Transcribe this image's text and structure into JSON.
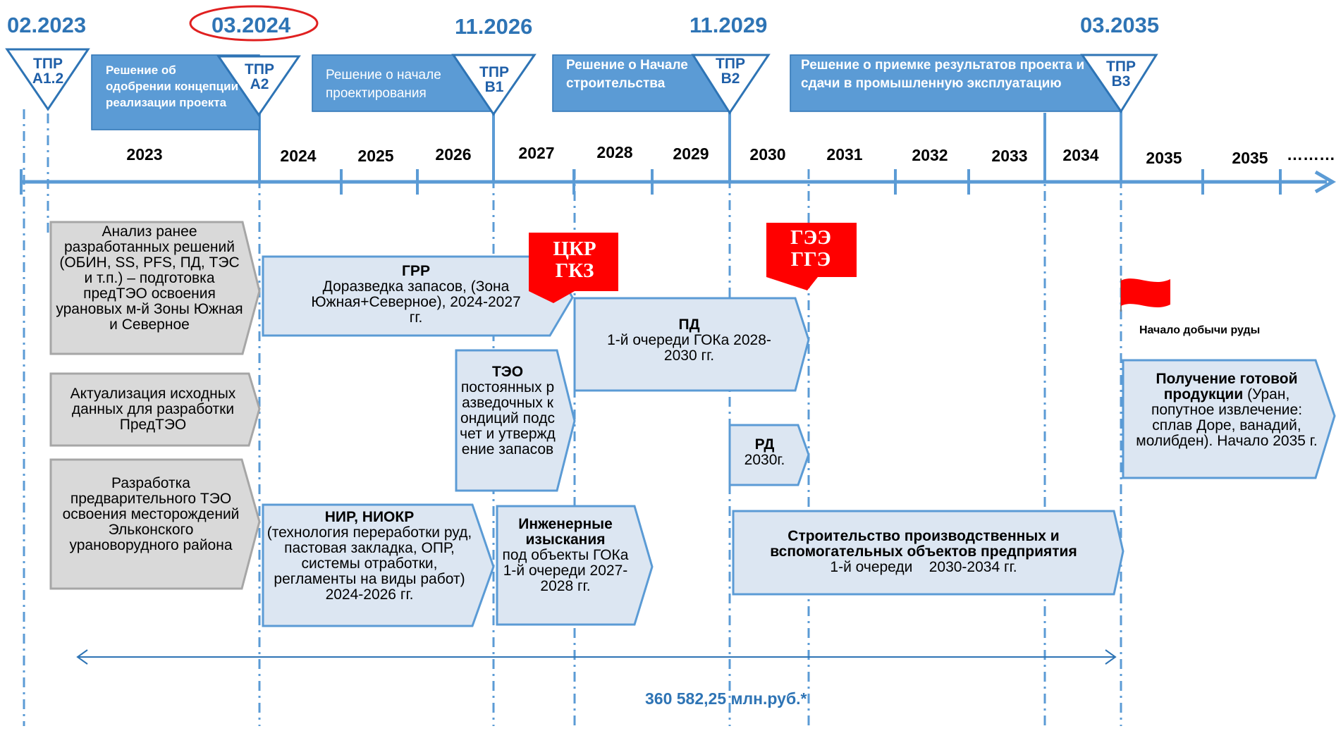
{
  "dates": [
    "02.2023",
    "03.2024",
    "11.2026",
    "11.2029",
    "03.2035"
  ],
  "gates": [
    "ТПР А1.2",
    "ТПР А2",
    "ТПР В1",
    "ТПР В2",
    "ТПР В3"
  ],
  "banners": [
    "Решение об одобрении концепции реализации проекта",
    "Решение о начале проектирования",
    "Решение о Начале строительства",
    "Решение о приемке результатов проекта и сдачи в промышленную эксплуатацию"
  ],
  "years": [
    "2023",
    "2024",
    "2025",
    "2026",
    "2027",
    "2028",
    "2029",
    "2030",
    "2031",
    "2032",
    "2033",
    "2034",
    "2035",
    "2035"
  ],
  "years_more": "………",
  "left_boxes": [
    "Анализ ранее разработанных решений (ОБИН, SS, PFS, ПД, ТЭС и т.п.) – подготовка предТЭО освоения урановых м-й Зоны Южная и Северное",
    "Актуализация исходных данных для разработки ПредТЭО",
    "Разработка предварительного ТЭО освоения месторождений Эльконского урановорудного района"
  ],
  "grr": {
    "title": "ГРР",
    "text": "Доразведка запасов, (Зона Южная+Северное), 2024-2027 гг."
  },
  "teo": {
    "title": "ТЭО",
    "text": "постоянных разведочных кондиций подсчет и утверждение запасов"
  },
  "pd": {
    "title": "ПД",
    "text": "1-й очереди ГОКа 2028-2030 гг."
  },
  "rd": {
    "title": "РД",
    "text": "2030г."
  },
  "nir": {
    "title": "НИР, НИОКР",
    "text": "(технология переработки руд, пастовая закладка, ОПР, системы отработки, регламенты на виды работ) 2024-2026 гг."
  },
  "ii": {
    "title": "Инженерные изыскания",
    "text": "под объекты ГОКа 1-й очереди 2027-2028 гг."
  },
  "construction": {
    "title": "Строительство производственных и вспомогательных объектов предприятия",
    "text": "1-й очереди    2030-2034 гг."
  },
  "product": {
    "title": "Получение готовой продукции",
    "text": "(Уран, попутное извлечение: сплав Доре, ванадий, молибден). Начало 2035 г."
  },
  "flags": [
    "ЦКР ГКЗ",
    "ГЭЭ ГГЭ"
  ],
  "start_label": "Начало добычи руды",
  "total": "360 582,25 млн.руб.*",
  "colors": {
    "accent": "#2E74B5",
    "banner": "#5B9BD5",
    "box_blue": "#DCE6F2",
    "box_gray": "#D9D9D9",
    "flag_red": "#FF0000",
    "circle": "#E02020"
  }
}
